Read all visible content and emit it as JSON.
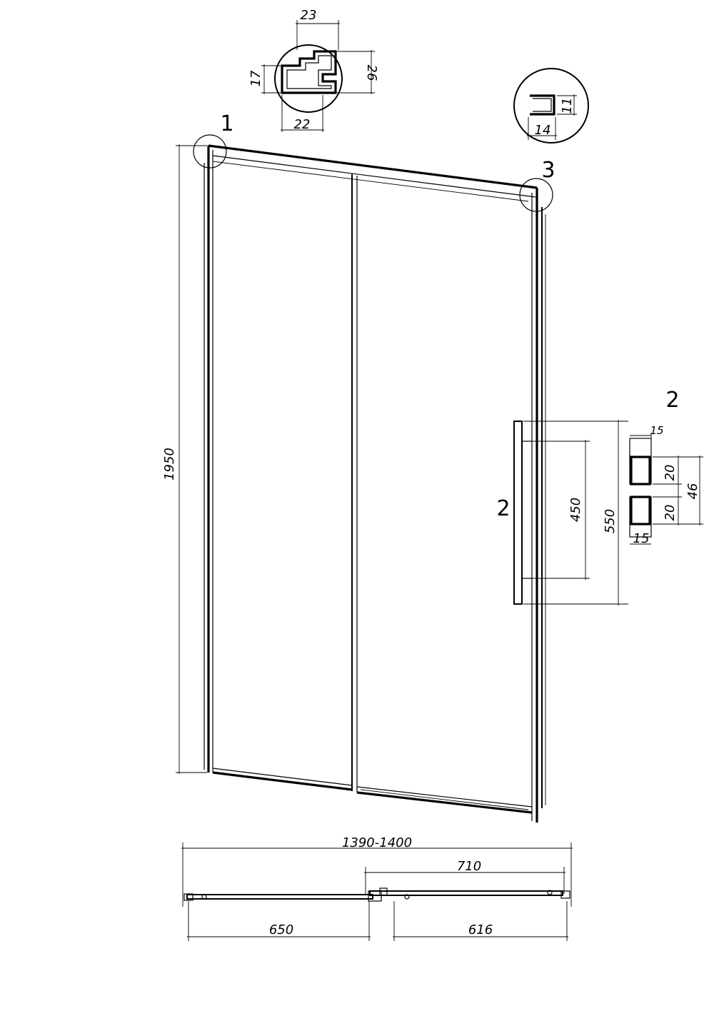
{
  "callouts": {
    "detail_1": "1",
    "detail_2": "2",
    "detail_3": "3",
    "detail_2_side": "2"
  },
  "dimensions": {
    "height": "1950",
    "overall_width": "1390-1400",
    "panel_width": "710",
    "fixed_opening": "650",
    "door_opening": "616",
    "handle_height": "550",
    "handle_grip": "450"
  },
  "detail_1_dims": {
    "top_width": "23",
    "bottom_width": "22",
    "height_outer": "26",
    "height_inner": "17"
  },
  "detail_2_dims": {
    "top_width": "15",
    "bottom_width": "15",
    "upper_height": "20",
    "lower_height": "20",
    "total_height": "46"
  },
  "detail_3_dims": {
    "width": "14",
    "height": "11"
  },
  "colors": {
    "line": "#000000",
    "background": "#ffffff"
  }
}
